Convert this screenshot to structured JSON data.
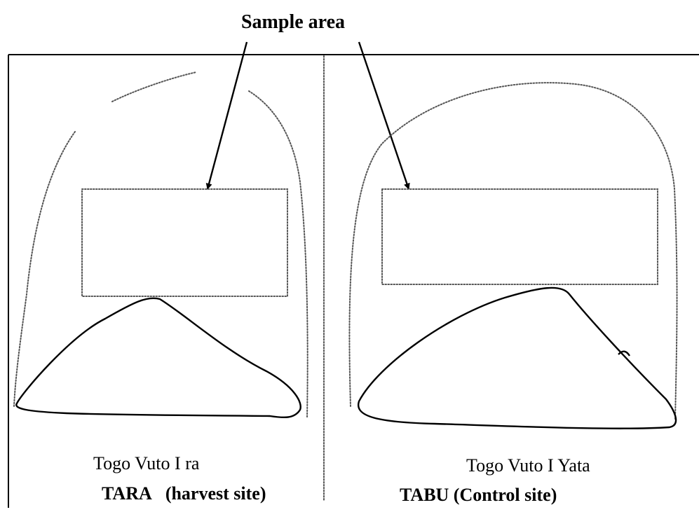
{
  "title": "Sample area",
  "left_site": {
    "name": "Togo Vuto I ra",
    "label": "TARA",
    "note": "(harvest site)"
  },
  "right_site": {
    "name": "Togo Vuto I Yata",
    "label": "TABU (Control site)"
  },
  "colors": {
    "ink": "#000000",
    "dotted_line": "#555555",
    "background": "#ffffff"
  }
}
